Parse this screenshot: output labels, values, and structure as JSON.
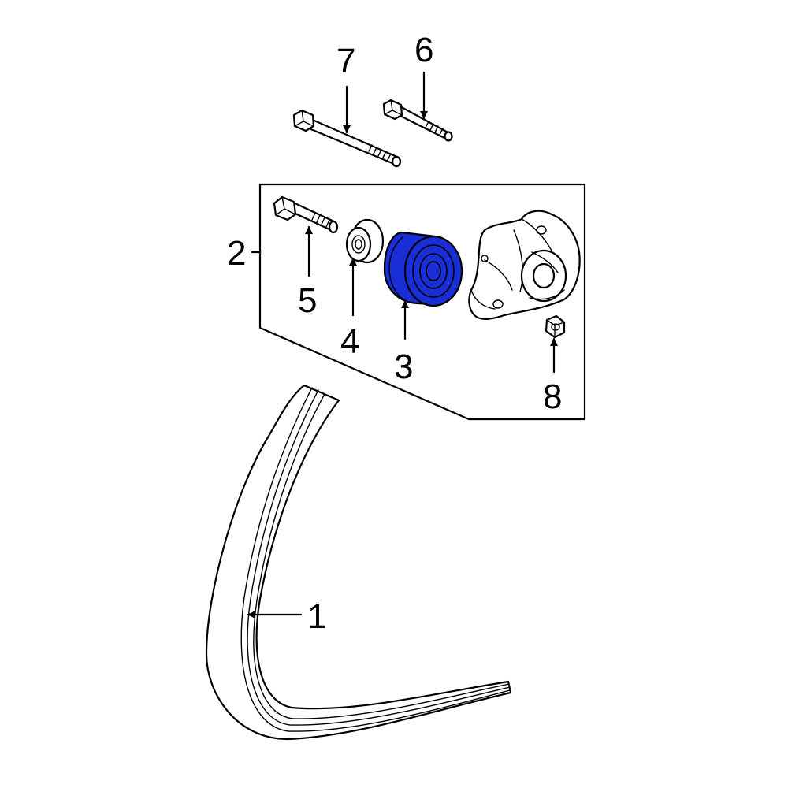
{
  "diagram": {
    "callouts": {
      "p1": "1",
      "p2": "2",
      "p3": "3",
      "p4": "4",
      "p5": "5",
      "p6": "6",
      "p7": "7",
      "p8": "8"
    },
    "colors": {
      "highlight": "#1a2ed6",
      "line": "#000000",
      "background": "#ffffff"
    },
    "highlighted_part": "3"
  }
}
